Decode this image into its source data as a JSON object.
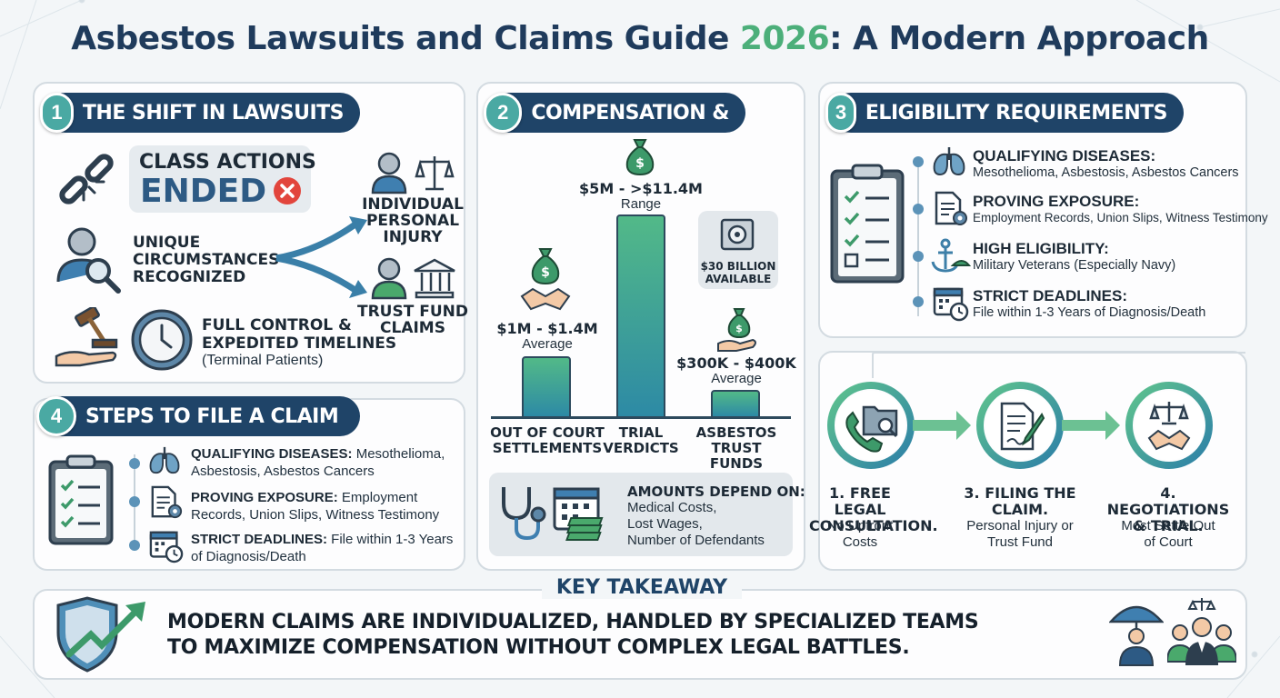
{
  "title": {
    "main": "Asbestos Lawsuits and Claims Guide ",
    "year": "2026",
    "rest": ": A Modern Approach"
  },
  "section1": {
    "number": "1",
    "heading": "THE SHIFT IN LAWSUITS",
    "class_actions": "CLASS ACTIONS",
    "ended": "ENDED",
    "unique": [
      "UNIQUE",
      "CIRCUMSTANCES",
      "RECOGNIZED"
    ],
    "individual": [
      "INDIVIDUAL",
      "PERSONAL",
      "INJURY"
    ],
    "trust": [
      "TRUST FUND",
      "CLAIMS"
    ],
    "full_control": [
      "FULL CONTROL &",
      "EXPEDITED TIMELINES"
    ],
    "terminal": "(Terminal Patients)"
  },
  "section2": {
    "number": "2",
    "heading": "COMPENSATION &",
    "trial_value": "$5M - >$11.4M",
    "trial_sub": "Range",
    "oocs_value": "$1M - $1.4M",
    "oocs_sub": "Average",
    "trust_value": "$300K - $400K",
    "trust_sub": "Average",
    "available": [
      "$30 BILLION",
      "AVAILABLE"
    ],
    "labels": [
      [
        "OUT OF COURT",
        "SETTLEMENTS"
      ],
      [
        "TRIAL",
        "VERDICTS"
      ],
      [
        "ASBESTOS",
        "TRUST FUNDS"
      ]
    ],
    "depend_title": "AMOUNTS DEPEND ON:",
    "depend_items": [
      "Medical Costs,",
      "Lost Wages,",
      "Number of Defendants"
    ]
  },
  "chart_data": {
    "type": "bar",
    "categories": [
      "OUT OF COURT SETTLEMENTS",
      "TRIAL VERDICTS",
      "ASBESTOS TRUST FUNDS"
    ],
    "value_labels": [
      "$1M - $1.4M Average",
      "$5M - >$11.4M Range",
      "$300K - $400K Average"
    ],
    "bar_colors": [
      "#52b988",
      "#2d8aa5"
    ],
    "values": [
      1.2,
      3.95,
      0.55
    ]
  },
  "section3": {
    "number": "3",
    "heading": "ELIGIBILITY REQUIREMENTS",
    "items": [
      {
        "title": "QUALIFYING DISEASES:",
        "body": "Mesothelioma, Asbestosis, Asbestos Cancers",
        "icon": "lungs-icon"
      },
      {
        "title": "PROVING EXPOSURE:",
        "body": "Employment Records, Union Slips, Witness Testimony",
        "icon": "document-gear-icon"
      },
      {
        "title": "HIGH ELIGIBILITY:",
        "body": "Military Veterans (Especially Navy)",
        "icon": "anchor-icon"
      },
      {
        "title": "STRICT DEADLINES:",
        "body": "File within 1-3 Years of Diagnosis/Death",
        "icon": "calendar-clock-icon"
      }
    ]
  },
  "section4": {
    "number": "4",
    "heading": "STEPS TO FILE A CLAIM",
    "items": [
      {
        "title": "QUALIFYING DISEASES:",
        "body1": " Mesothelioma,",
        "body2": "Asbestosis, Asbestos Cancers"
      },
      {
        "title": "PROVING EXPOSURE:",
        "body1": " Employment",
        "body2": "Records, Union Slips, Witness Testimony"
      },
      {
        "title": "STRICT DEADLINES:",
        "body1": " File within 1-3 Years",
        "body2": "of Diagnosis/Death"
      }
    ]
  },
  "steps": [
    {
      "lines": [
        "1. FREE LEGAL",
        "CONSULTATION."
      ],
      "sub": [
        "No Upfront",
        "Costs"
      ]
    },
    {
      "lines": [
        "3. FILING THE",
        "CLAIM."
      ],
      "sub": [
        "Personal Injury or",
        "Trust Fund"
      ]
    },
    {
      "lines": [
        "4. NEGOTIATIONS",
        "& TRIAL."
      ],
      "sub": [
        "Most Settle Out",
        "of Court"
      ]
    }
  ],
  "takeaway": {
    "heading": "KEY TAKEAWAY",
    "line1": "MODERN CLAIMS ARE INDIVIDUALIZED, HANDLED BY SPECIALIZED TEAMS",
    "line2": "TO MAXIMIZE COMPENSATION WITHOUT COMPLEX LEGAL BATTLES."
  },
  "colors": {
    "navy": "#1f4468",
    "teal": "#4aa9a3",
    "green": "#4caf7a",
    "red": "#e2453c"
  }
}
